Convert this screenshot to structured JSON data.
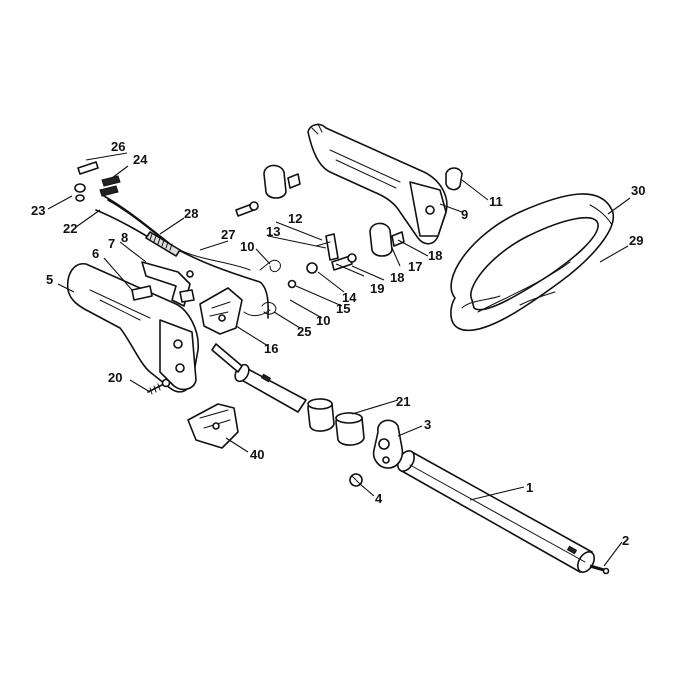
{
  "callouts": [
    {
      "id": "1",
      "label": "1"
    },
    {
      "id": "2",
      "label": "2"
    },
    {
      "id": "3",
      "label": "3"
    },
    {
      "id": "4",
      "label": "4"
    },
    {
      "id": "5",
      "label": "5"
    },
    {
      "id": "6",
      "label": "6"
    },
    {
      "id": "7",
      "label": "7"
    },
    {
      "id": "8",
      "label": "8"
    },
    {
      "id": "9",
      "label": "9"
    },
    {
      "id": "10a",
      "label": "10"
    },
    {
      "id": "10b",
      "label": "10"
    },
    {
      "id": "11",
      "label": "11"
    },
    {
      "id": "12",
      "label": "12"
    },
    {
      "id": "13",
      "label": "13"
    },
    {
      "id": "14",
      "label": "14"
    },
    {
      "id": "15",
      "label": "15"
    },
    {
      "id": "16",
      "label": "16"
    },
    {
      "id": "17",
      "label": "17"
    },
    {
      "id": "18a",
      "label": "18"
    },
    {
      "id": "18b",
      "label": "18"
    },
    {
      "id": "19",
      "label": "19"
    },
    {
      "id": "20",
      "label": "20"
    },
    {
      "id": "21",
      "label": "21"
    },
    {
      "id": "22",
      "label": "22"
    },
    {
      "id": "23",
      "label": "23"
    },
    {
      "id": "24",
      "label": "24"
    },
    {
      "id": "25",
      "label": "25"
    },
    {
      "id": "26",
      "label": "26"
    },
    {
      "id": "27",
      "label": "27"
    },
    {
      "id": "28",
      "label": "28"
    },
    {
      "id": "29",
      "label": "29"
    },
    {
      "id": "30",
      "label": "30"
    },
    {
      "id": "40",
      "label": "40"
    }
  ]
}
